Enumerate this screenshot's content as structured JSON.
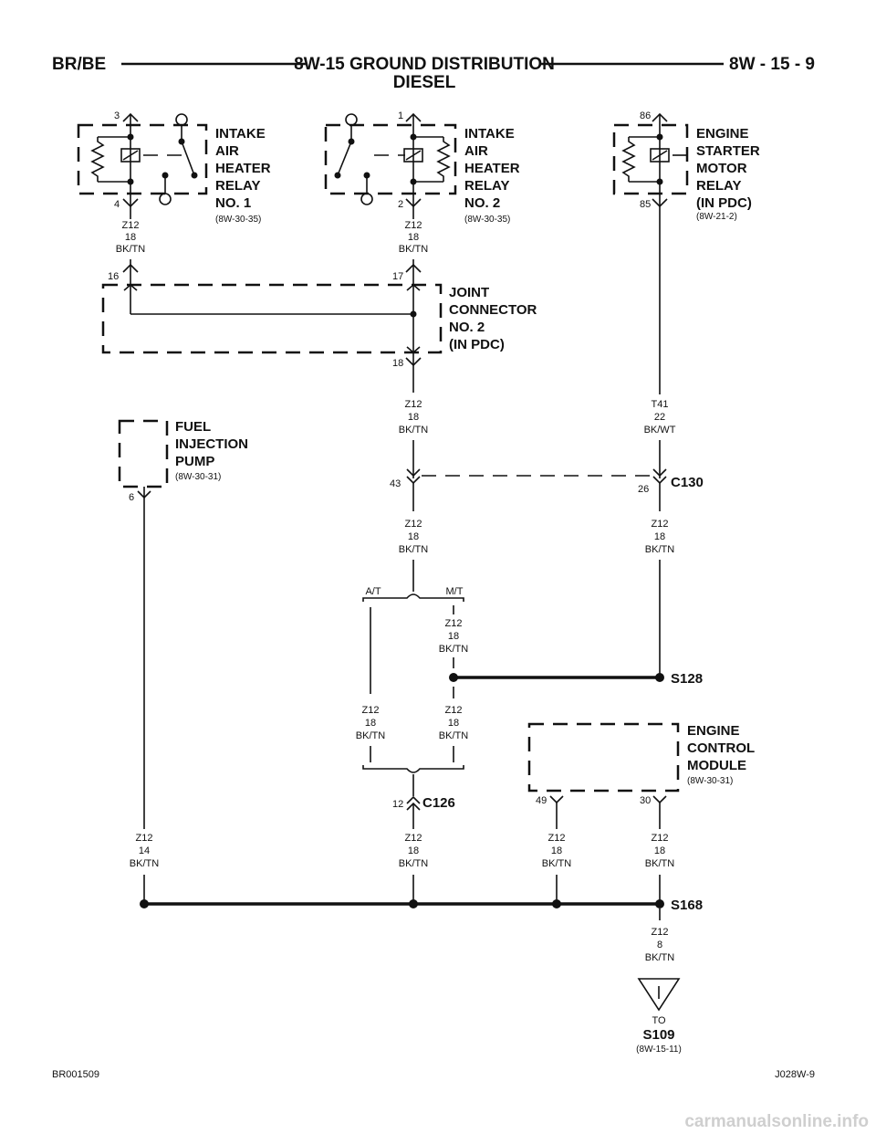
{
  "header": {
    "left_code": "BR/BE",
    "title_line1": "8W-15 GROUND DISTRIBUTION",
    "title_line2": "DIESEL",
    "page_number": "8W - 15 - 9"
  },
  "components": {
    "relay1": {
      "line1": "INTAKE",
      "line2": "AIR",
      "line3": "HEATER",
      "line4": "RELAY",
      "line5": "NO. 1",
      "ref": "(8W-30-35)",
      "pin_top": "3",
      "pin_bottom": "4"
    },
    "relay2": {
      "line1": "INTAKE",
      "line2": "AIR",
      "line3": "HEATER",
      "line4": "RELAY",
      "line5": "NO. 2",
      "ref": "(8W-30-35)",
      "pin_top": "1",
      "pin_bottom": "2"
    },
    "starter": {
      "line1": "ENGINE",
      "line2": "STARTER",
      "line3": "MOTOR",
      "line4": "RELAY",
      "line5": "(IN PDC)",
      "ref": "(8W-21-2)",
      "pin_top": "86",
      "pin_bottom": "85"
    },
    "joint": {
      "line1": "JOINT",
      "line2": "CONNECTOR",
      "line3": "NO. 2",
      "line4": "(IN PDC)",
      "pin_a": "16",
      "pin_b": "17",
      "pin_c": "18"
    },
    "fuel": {
      "line1": "FUEL",
      "line2": "INJECTION",
      "line3": "PUMP",
      "ref": "(8W-30-31)",
      "pin": "6"
    },
    "ecm": {
      "line1": "ENGINE",
      "line2": "CONTROL",
      "line3": "MODULE",
      "ref": "(8W-30-31)",
      "pin_a": "49",
      "pin_b": "30"
    }
  },
  "connectors": {
    "c130": {
      "name": "C130",
      "pin_left": "43",
      "pin_right": "26"
    },
    "c126": {
      "name": "C126",
      "pin": "12"
    }
  },
  "splices": {
    "s128": "S128",
    "s168": "S168"
  },
  "options": {
    "at": "A/T",
    "mt": "M/T"
  },
  "wires": {
    "w_r1": {
      "circuit": "Z12",
      "gauge": "18",
      "color": "BK/TN"
    },
    "w_r2": {
      "circuit": "Z12",
      "gauge": "18",
      "color": "BK/TN"
    },
    "w_jc": {
      "circuit": "Z12",
      "gauge": "18",
      "color": "BK/TN"
    },
    "w_t41": {
      "circuit": "T41",
      "gauge": "22",
      "color": "BK/WT"
    },
    "w_c130l": {
      "circuit": "Z12",
      "gauge": "18",
      "color": "BK/TN"
    },
    "w_c130r": {
      "circuit": "Z12",
      "gauge": "18",
      "color": "BK/TN"
    },
    "w_mt_up": {
      "circuit": "Z12",
      "gauge": "18",
      "color": "BK/TN"
    },
    "w_at": {
      "circuit": "Z12",
      "gauge": "18",
      "color": "BK/TN"
    },
    "w_mt_dn": {
      "circuit": "Z12",
      "gauge": "18",
      "color": "BK/TN"
    },
    "w_fuel": {
      "circuit": "Z12",
      "gauge": "14",
      "color": "BK/TN"
    },
    "w_c126": {
      "circuit": "Z12",
      "gauge": "18",
      "color": "BK/TN"
    },
    "w_ecm49": {
      "circuit": "Z12",
      "gauge": "18",
      "color": "BK/TN"
    },
    "w_ecm30": {
      "circuit": "Z12",
      "gauge": "18",
      "color": "BK/TN"
    },
    "w_ground": {
      "circuit": "Z12",
      "gauge": "8",
      "color": "BK/TN"
    }
  },
  "ground": {
    "to": "TO",
    "name": "S109",
    "ref": "(8W-15-11)"
  },
  "footer": {
    "left": "BR001509",
    "right": "J028W-9"
  },
  "watermark": "carmanualsonline.info"
}
